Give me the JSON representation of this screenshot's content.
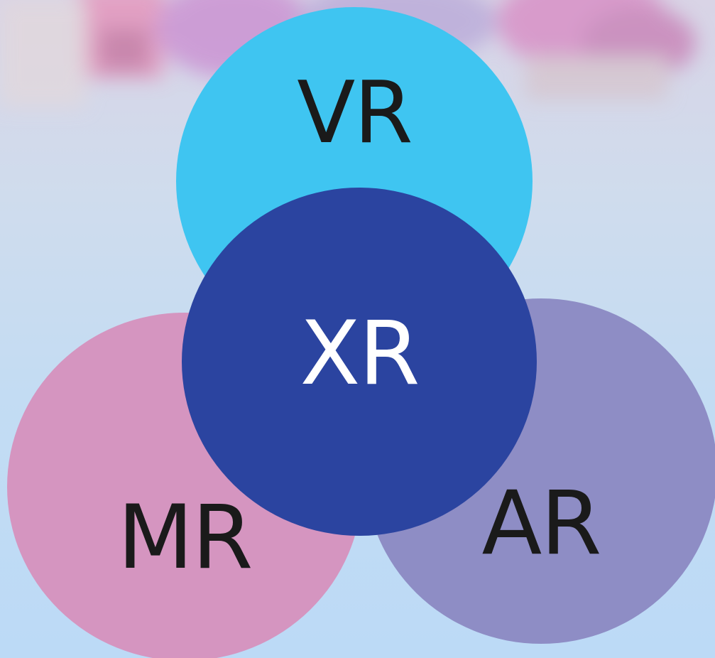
{
  "diagram": {
    "circles": {
      "vr": {
        "label": "VR",
        "color": "#3fc5f1",
        "text_color": "#1a1a1a"
      },
      "mr": {
        "label": "MR",
        "color": "#d595c0",
        "text_color": "#1a1a1a"
      },
      "ar": {
        "label": "AR",
        "color": "#8e8dc5",
        "text_color": "#1a1a1a"
      },
      "xr": {
        "label": "XR",
        "color": "#2b44a0",
        "text_color": "#ffffff"
      }
    },
    "background_gradient": [
      "#d9d4e6",
      "#bcdaf6"
    ]
  }
}
